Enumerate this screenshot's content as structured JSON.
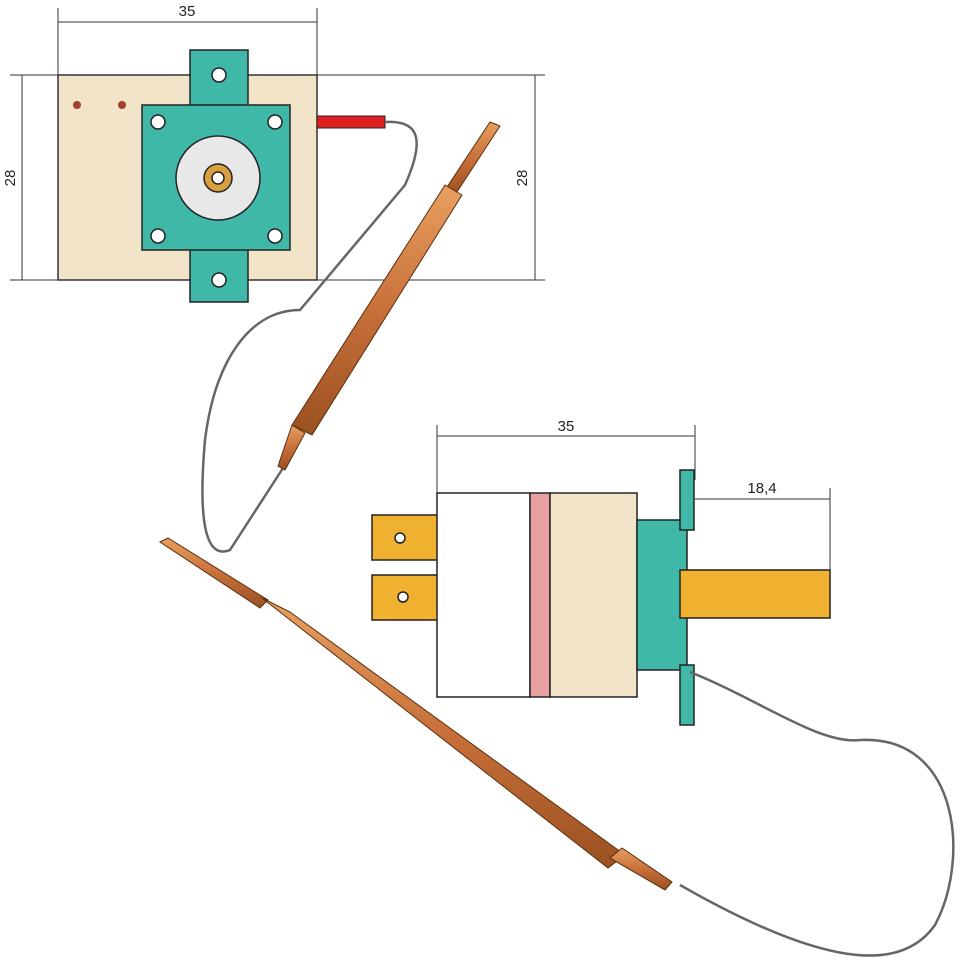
{
  "top_view": {
    "width_label": "35",
    "height_label_left": "28",
    "height_label_right": "28"
  },
  "side_view": {
    "width_label": "35",
    "shaft_label": "18,4"
  },
  "colors": {
    "body": "#f2e4c8",
    "bracket": "#3fb8a8",
    "copper": "#c97a3c",
    "shaft": "#f0b030",
    "wire_sleeve": "#e02020",
    "stripe": "#e8a0a0"
  }
}
